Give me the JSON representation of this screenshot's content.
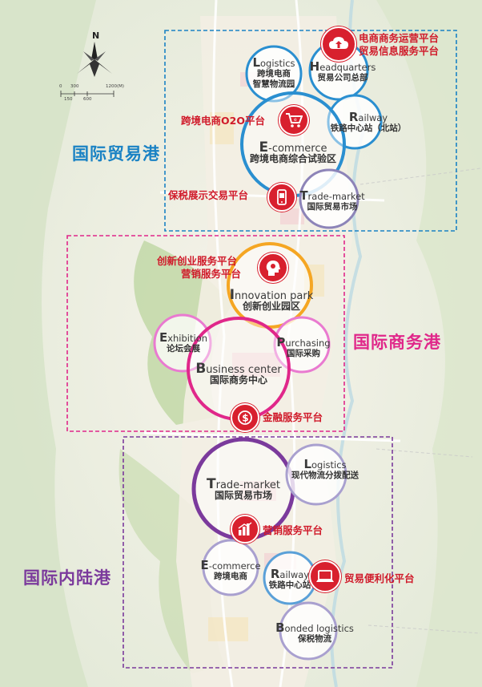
{
  "zones": {
    "trade": {
      "title": "国际贸易港",
      "color": "#1a82c4"
    },
    "business": {
      "title": "国际商务港",
      "color": "#e0278a"
    },
    "inland": {
      "title": "国际内陆港",
      "color": "#7b3a9c"
    }
  },
  "nodes": {
    "trade_logistics": {
      "en_initial": "L",
      "en_rest": "ogistics",
      "cn": "跨境电商\n智慧物流园"
    },
    "trade_headquarters": {
      "en_initial": "H",
      "en_rest": "eadquarters",
      "cn": "贸易公司总部"
    },
    "trade_railway": {
      "en_initial": "R",
      "en_rest": "ailway",
      "cn": "铁路中心站（北站）"
    },
    "trade_ecommerce": {
      "en_initial": "E",
      "en_rest": "-commerce",
      "cn": "跨境电商综合试验区"
    },
    "trade_market": {
      "en_initial": "T",
      "en_rest": "rade-market",
      "cn": "国际贸易市场"
    },
    "biz_innovation": {
      "en_initial": "I",
      "en_rest": "nnovation park",
      "cn": "创新创业园区"
    },
    "biz_exhibition": {
      "en_initial": "E",
      "en_rest": "xhibition",
      "cn": "论坛会展"
    },
    "biz_purchasing": {
      "en_initial": "P",
      "en_rest": "urchasing",
      "cn": "国际采购"
    },
    "biz_center": {
      "en_initial": "B",
      "en_rest": "usiness center",
      "cn": "国际商务中心"
    },
    "inland_market": {
      "en_initial": "T",
      "en_rest": "rade-market",
      "cn": "国际贸易市场"
    },
    "inland_logistics": {
      "en_initial": "L",
      "en_rest": "ogistics",
      "cn": "现代物流分拨配送"
    },
    "inland_ecommerce": {
      "en_initial": "E",
      "en_rest": "-commerce",
      "cn": "跨境电商"
    },
    "inland_railway": {
      "en_initial": "R",
      "en_rest": "ailway",
      "cn": "铁路中心站"
    },
    "inland_bonded": {
      "en_initial": "B",
      "en_rest": "onded logistics",
      "cn": "保税物流"
    }
  },
  "platforms": {
    "ecommerce_ops": "电商商务运营平台",
    "trade_info": "贸易信息服务平台",
    "o2o": "跨境电商O2O平台",
    "bonded_exhibit": "保税展示交易平台",
    "innovation_service": "创新创业服务平台",
    "marketing_biz": "营销服务平台",
    "finance": "金融服务平台",
    "marketing_inland": "营销服务平台",
    "trade_facilitation": "贸易便利化平台"
  },
  "map": {
    "north_label": "N",
    "scale_labels": [
      "0",
      "300",
      "1200(M)",
      "150",
      "600"
    ]
  },
  "icons": {
    "cloud_upload": "cloud-upload-icon",
    "cart": "shopping-cart-icon",
    "phone": "mobile-phone-icon",
    "head": "idea-head-icon",
    "dollar": "dollar-coin-icon",
    "bars": "bar-chart-icon",
    "laptop": "laptop-icon"
  }
}
